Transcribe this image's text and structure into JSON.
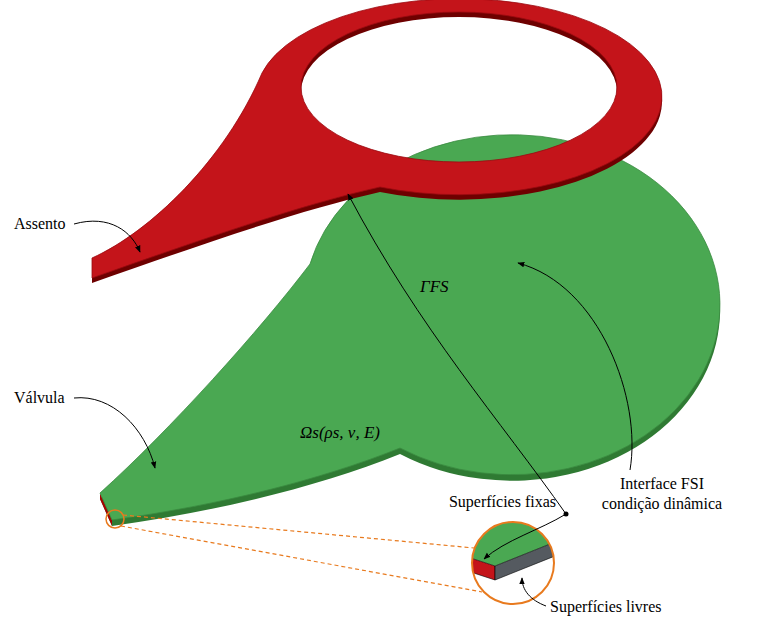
{
  "diagram": {
    "labels": [
      "Assento",
      "Válvula",
      "ΓFS",
      "Ωs(ρs, ν, E)",
      "Interface FSI condição dinâmica",
      "Superfícies fixas",
      "Superfícies livres"
    ]
  }
}
